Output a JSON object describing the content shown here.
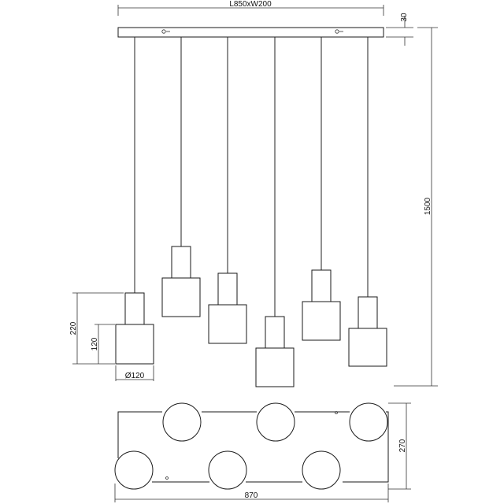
{
  "dimensions": {
    "canopy_size": "L850xW200",
    "canopy_height": "30",
    "total_height": "1500",
    "shade_total_height": "220",
    "shade_lower_height": "120",
    "shade_diameter": "Ø120",
    "plan_depth": "270",
    "plan_length": "870"
  }
}
